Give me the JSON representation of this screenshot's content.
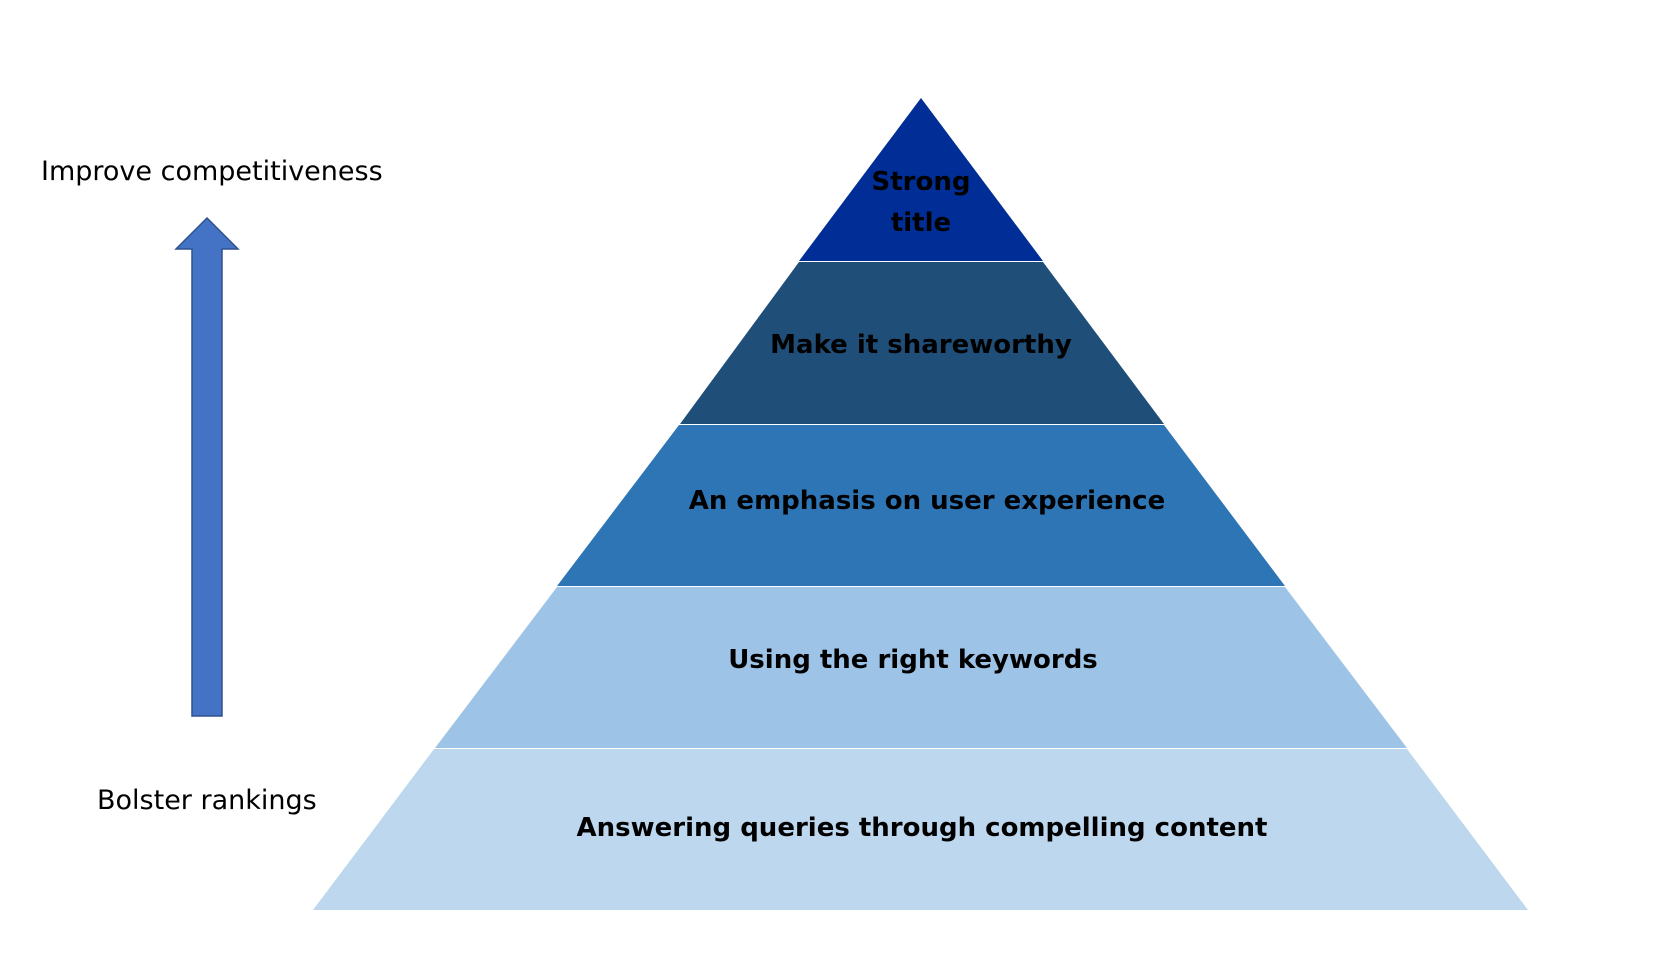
{
  "side_labels": {
    "top": "Improve competitiveness",
    "bottom": "Bolster rankings"
  },
  "arrow": {
    "icon": "arrow-up-icon",
    "fill": "#4472C4",
    "stroke": "#2F528F"
  },
  "pyramid": {
    "layers": [
      {
        "lines": [
          "Strong",
          "title"
        ],
        "fill": "#002D96"
      },
      {
        "lines": [
          "Make it shareworthy"
        ],
        "fill": "#1F4E79"
      },
      {
        "lines": [
          "An emphasis on user experience"
        ],
        "fill": "#2E75B6"
      },
      {
        "lines": [
          "Using the right keywords"
        ],
        "fill": "#9DC3E6"
      },
      {
        "lines": [
          "Answering queries through compelling content"
        ],
        "fill": "#BDD7EE"
      }
    ]
  }
}
